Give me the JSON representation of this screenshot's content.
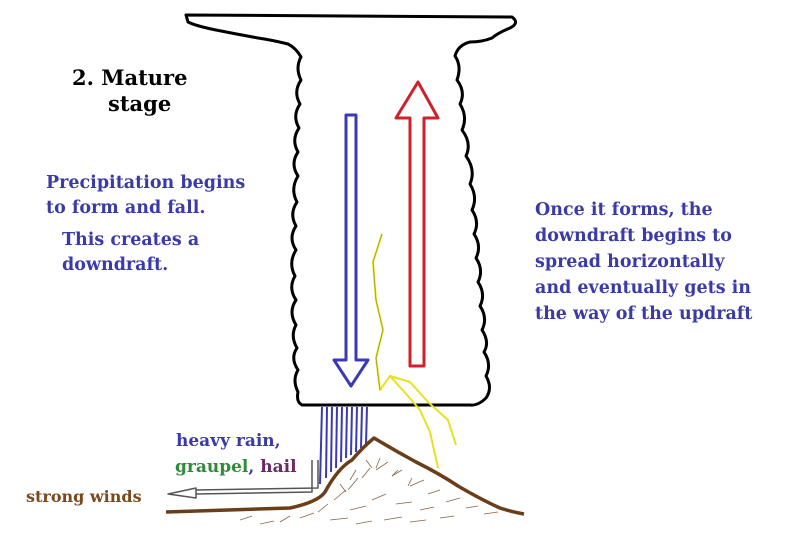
{
  "diagram": {
    "title": {
      "line1": "2. Mature",
      "line2": "stage"
    },
    "left_text": {
      "p1_line1": "Precipitation begins",
      "p1_line2": "to form and fall.",
      "p2_line1": "This creates a",
      "p2_line2": "downdraft."
    },
    "right_text": {
      "line1": "Once it forms, the",
      "line2": "downdraft begins to",
      "line3": "spread horizontally",
      "line4": "and eventually gets in",
      "line5": "the way of the updraft"
    },
    "precip": {
      "line1": "heavy rain,",
      "graupel": "graupel",
      "comma": ", ",
      "hail": "hail"
    },
    "winds_label": "strong winds",
    "colors": {
      "text_blue": "#3b3ba8",
      "downdraft_arrow": "#3a3ab5",
      "updraft_arrow": "#d0202a",
      "lightning": "#e8e020",
      "ground": "#6b3e1a",
      "graupel": "#2e8b3a",
      "hail": "#6a2a6a",
      "winds": "#7a4a1e"
    }
  }
}
